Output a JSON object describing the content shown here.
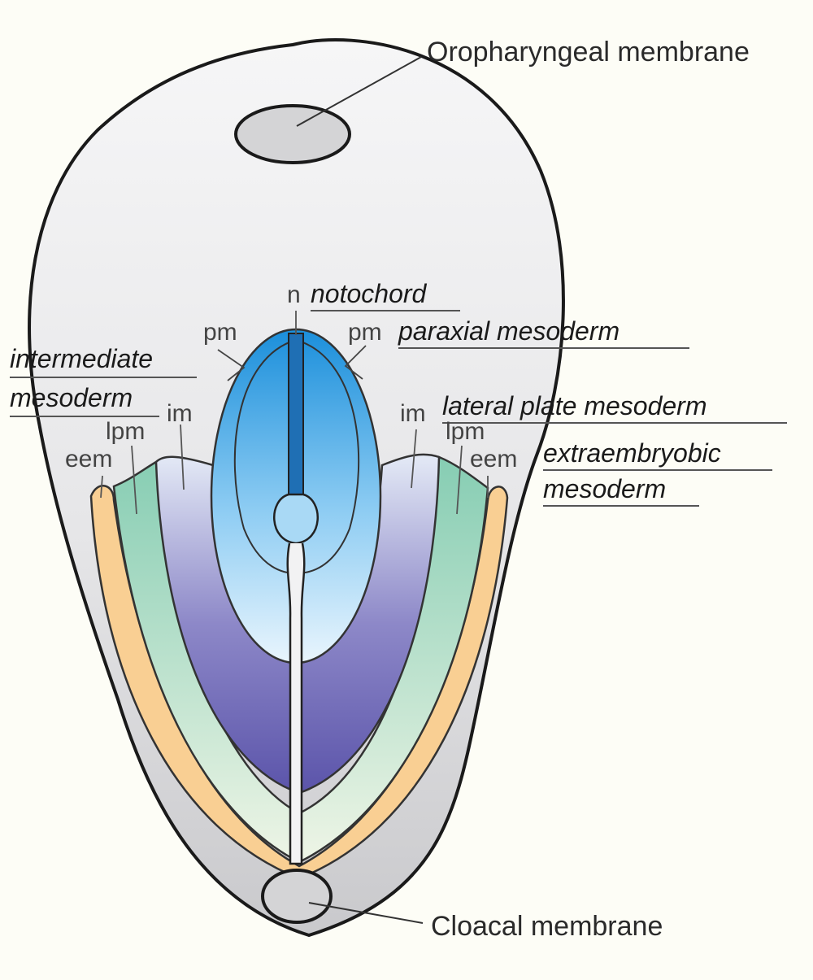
{
  "labels": {
    "oropharyngeal": "Oropharyngeal membrane",
    "cloacal": "Cloacal membrane",
    "n": "n",
    "notochord": "notochord",
    "pm_left": "pm",
    "pm_right": "pm",
    "paraxial": "paraxial mesoderm",
    "intermediate_1": "intermediate",
    "intermediate_2": "mesoderm",
    "im_left": "im",
    "im_right": "im",
    "lpm_left": "lpm",
    "lpm_right": "lpm",
    "eem_left": "eem",
    "eem_right": "eem",
    "lateral_plate": "lateral plate mesoderm",
    "extraembryonic_1": "extraembryobic",
    "extraembryonic_2": "mesoderm"
  },
  "colors": {
    "embryo_fill": "#e9e9eb",
    "embryo_lower": "#cfcfd2",
    "extraembryonic": "#f9cf93",
    "lateral_plate": "#a8d8c4",
    "intermediate": "#6a64b4",
    "paraxial": "#2c9de0",
    "notochord": "#1f6fb4",
    "membrane": "#d4d4d6"
  }
}
